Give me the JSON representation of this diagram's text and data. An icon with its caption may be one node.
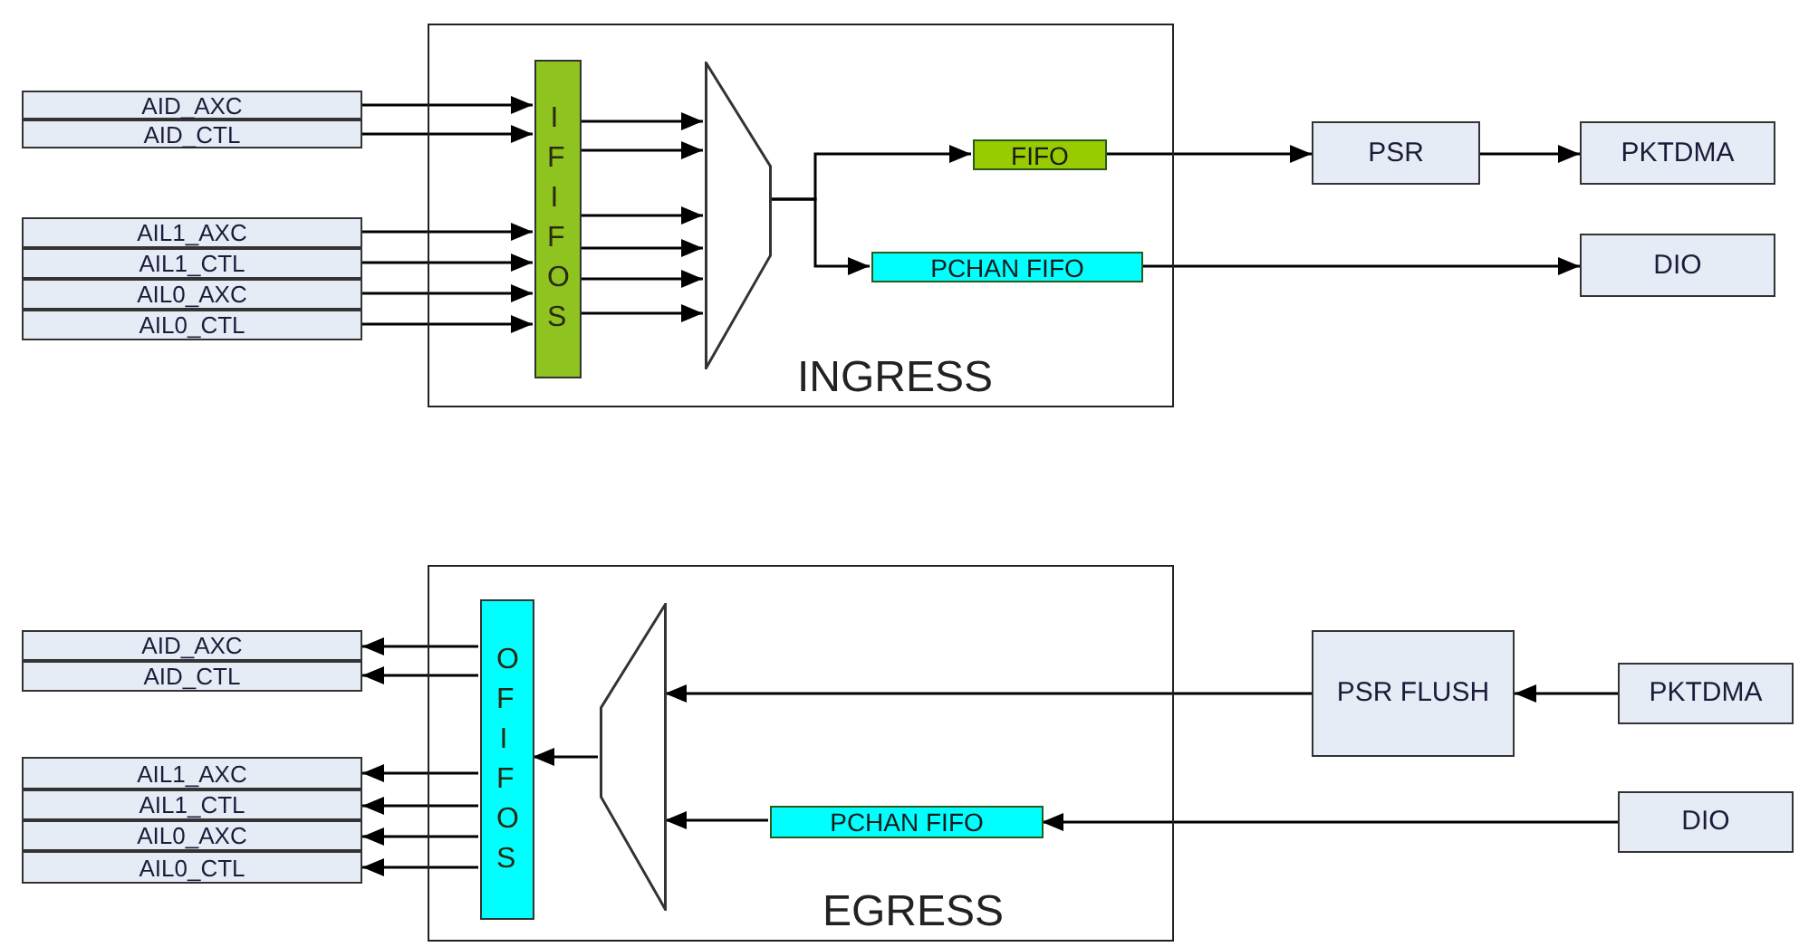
{
  "diagram": {
    "nodes": [
      {
        "text": [
          "INGRESS"
        ]
      },
      {
        "text": [
          "AID_AXC"
        ]
      },
      {
        "text": [
          "AID_CTL"
        ]
      },
      {
        "text": [
          "AIL1_AXC"
        ]
      },
      {
        "text": [
          "AIL1_CTL"
        ]
      },
      {
        "text": [
          "AIL0_AXC"
        ]
      },
      {
        "text": [
          "AIL0_CTL"
        ]
      },
      {
        "text": [
          "IFIFOS"
        ],
        "in": 0
      },
      {
        "text": [],
        "shape": "trapezoid",
        "in": 0
      },
      {
        "text": [
          "FIFO"
        ],
        "in": 0
      },
      {
        "text": [
          "PCHAN FIFO"
        ],
        "in": 0
      },
      {
        "text": [
          "PSR"
        ]
      },
      {
        "text": [
          "PKTDMA"
        ]
      },
      {
        "text": [
          "DIO"
        ]
      },
      {
        "text": [
          "EGRESS"
        ]
      },
      {
        "text": [
          "AID_AXC"
        ]
      },
      {
        "text": [
          "AID_CTL"
        ]
      },
      {
        "text": [
          "AIL1_AXC"
        ]
      },
      {
        "text": [
          "AIL1_CTL"
        ]
      },
      {
        "text": [
          "AIL0_AXC"
        ]
      },
      {
        "text": [
          "AIL0_CTL"
        ]
      },
      {
        "text": [
          "OFIFOS"
        ],
        "in": 14
      },
      {
        "text": [],
        "shape": "trapezoid",
        "in": 14
      },
      {
        "text": [
          "PCHAN FIFO"
        ],
        "in": 14
      },
      {
        "text": [
          "PSR FLUSH"
        ]
      },
      {
        "text": [
          "PKTDMA"
        ]
      },
      {
        "text": [
          "DIO"
        ]
      }
    ],
    "edges": [
      {
        "from": 1,
        "to": 7,
        "arrow": "to"
      },
      {
        "from": 2,
        "to": 7,
        "arrow": "to"
      },
      {
        "from": 3,
        "to": 7,
        "arrow": "to"
      },
      {
        "from": 4,
        "to": 7,
        "arrow": "to"
      },
      {
        "from": 5,
        "to": 7,
        "arrow": "to"
      },
      {
        "from": 6,
        "to": 7,
        "arrow": "to"
      },
      {
        "from": 7,
        "to": 8,
        "arrow": "to"
      },
      {
        "from": 7,
        "to": 8,
        "arrow": "to"
      },
      {
        "from": 7,
        "to": 8,
        "arrow": "to"
      },
      {
        "from": 7,
        "to": 8,
        "arrow": "to"
      },
      {
        "from": 7,
        "to": 8,
        "arrow": "to"
      },
      {
        "from": 7,
        "to": 8,
        "arrow": "to"
      },
      {
        "from": 8,
        "to": 9,
        "arrow": "to"
      },
      {
        "from": 8,
        "to": 10,
        "arrow": "to"
      },
      {
        "from": 9,
        "to": 11,
        "arrow": "to"
      },
      {
        "from": 11,
        "to": 12,
        "arrow": "to"
      },
      {
        "from": 10,
        "to": 13,
        "arrow": "to"
      },
      {
        "from": 21,
        "to": 15,
        "arrow": "to"
      },
      {
        "from": 21,
        "to": 16,
        "arrow": "to"
      },
      {
        "from": 21,
        "to": 17,
        "arrow": "to"
      },
      {
        "from": 21,
        "to": 18,
        "arrow": "to"
      },
      {
        "from": 21,
        "to": 19,
        "arrow": "to"
      },
      {
        "from": 21,
        "to": 20,
        "arrow": "to"
      },
      {
        "from": 22,
        "to": 21,
        "arrow": "to"
      },
      {
        "from": 24,
        "to": 22,
        "arrow": "to"
      },
      {
        "from": 23,
        "to": 22,
        "arrow": "to"
      },
      {
        "from": 25,
        "to": 24,
        "arrow": "to"
      },
      {
        "from": 26,
        "to": 23,
        "arrow": "to"
      }
    ]
  }
}
